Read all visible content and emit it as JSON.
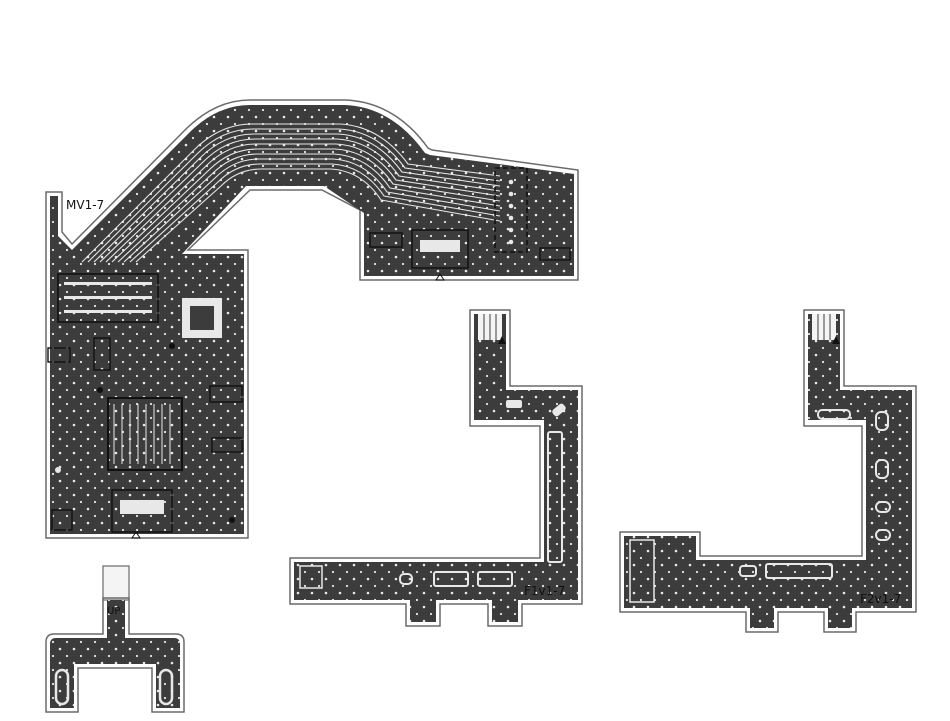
{
  "colors": {
    "background": "#ffffff",
    "copper": "#3c3c3c",
    "trace": "#e8e8e8",
    "outline": "#6a6a6a",
    "silk": "#111111",
    "tab": "#f4f4f4"
  },
  "boards": {
    "main": {
      "label": "MV1-7"
    },
    "front1": {
      "label": "F1v1-7"
    },
    "front2": {
      "label": "F2v1-7"
    },
    "small": {
      "label": "UP"
    }
  }
}
